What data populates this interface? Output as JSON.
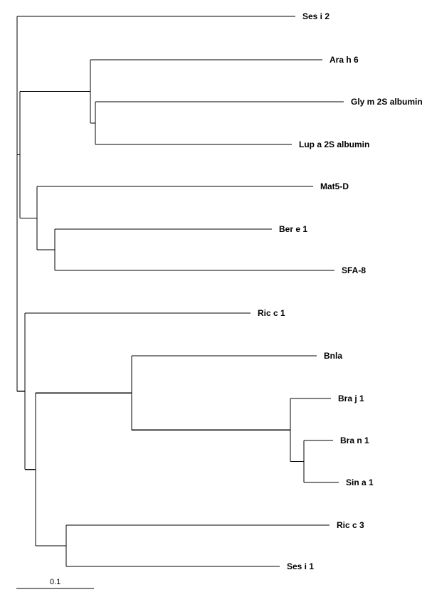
{
  "tree": {
    "leaves": [
      {
        "id": "ses_i_2",
        "label": "Ses i 2"
      },
      {
        "id": "ara_h_6",
        "label": "Ara h 6"
      },
      {
        "id": "gly_m_2s",
        "label": "Gly m 2S albumin"
      },
      {
        "id": "lup_a_2s",
        "label": "Lup a 2S albumin"
      },
      {
        "id": "mat5_d",
        "label": "Mat5-D"
      },
      {
        "id": "ber_e_1",
        "label": "Ber e 1"
      },
      {
        "id": "sfa_8",
        "label": "SFA-8"
      },
      {
        "id": "ric_c_1",
        "label": "Ric c 1"
      },
      {
        "id": "bnla",
        "label": "Bnla"
      },
      {
        "id": "bra_j_1",
        "label": "Bra j 1"
      },
      {
        "id": "bra_n_1",
        "label": "Bra n 1"
      },
      {
        "id": "sin_a_1",
        "label": "Sin a 1"
      },
      {
        "id": "ric_c_3",
        "label": "Ric c 3"
      },
      {
        "id": "ses_i_1",
        "label": "Ses i 1"
      }
    ],
    "scale_bar": {
      "value": 0.1,
      "label": "0.1"
    }
  }
}
